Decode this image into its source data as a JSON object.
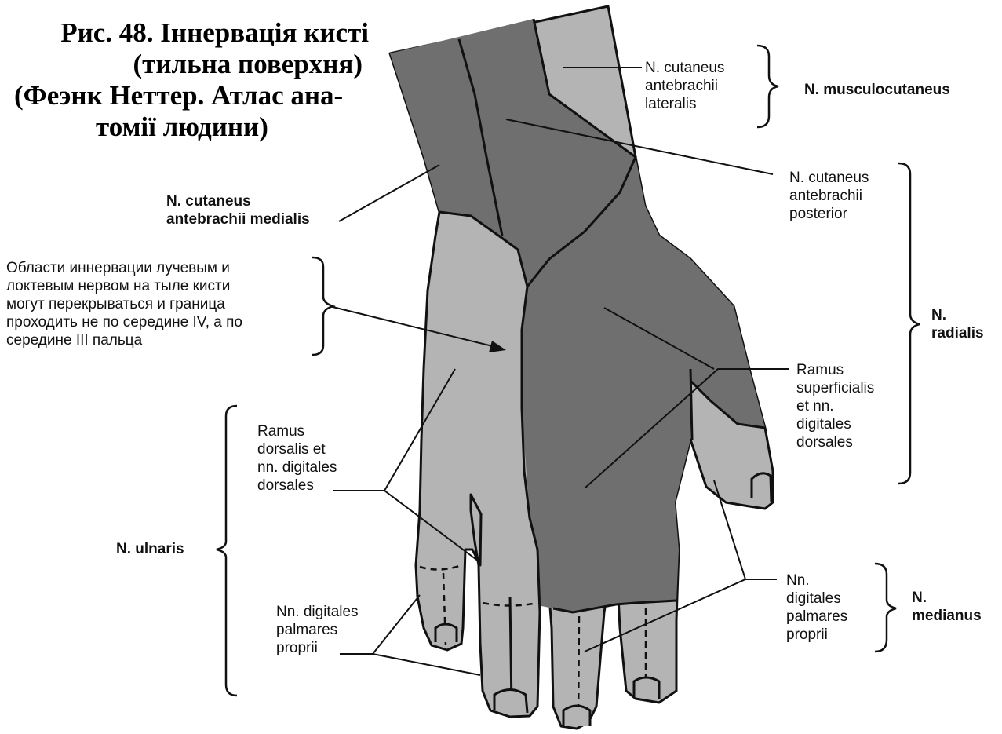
{
  "title": {
    "line1": "Рис. 48. Іннервація кисті",
    "line2": "(тильна поверхня)",
    "line3": "(Феэнк Неттер. Атлас ана-",
    "line4": "томії людини)"
  },
  "labels": {
    "cut_lat": [
      "N. cutaneus",
      "antebrachii",
      "lateralis"
    ],
    "musculocutaneus": "N. musculocutaneus",
    "cut_post": [
      "N. cutaneus",
      "antebrachii",
      "posterior"
    ],
    "cut_med": [
      "N. cutaneus",
      "antebrachii medialis"
    ],
    "note": [
      "Области иннервации лучевым и",
      "локтевым нервом на тыле кисти",
      "могут перекрываться и граница",
      "проходить не по середине IV, а по",
      "середине III пальца"
    ],
    "radialis": [
      "N.",
      "radialis"
    ],
    "ramus_sup": [
      "Ramus",
      "superficialis",
      "et nn.",
      "digitales",
      "dorsales"
    ],
    "ramus_dors": [
      "Ramus",
      "dorsalis et",
      "nn. digitales",
      "dorsales"
    ],
    "ulnaris": "N. ulnaris",
    "palm_left": [
      "Nn. digitales",
      "palmares",
      "proprii"
    ],
    "palm_right": [
      "Nn.",
      "digitales",
      "palmares",
      "proprii"
    ],
    "medianus": [
      "N.",
      "medianus"
    ]
  },
  "colors": {
    "dark": "#6f6f6f",
    "light": "#b4b4b4",
    "outline": "#111111"
  }
}
